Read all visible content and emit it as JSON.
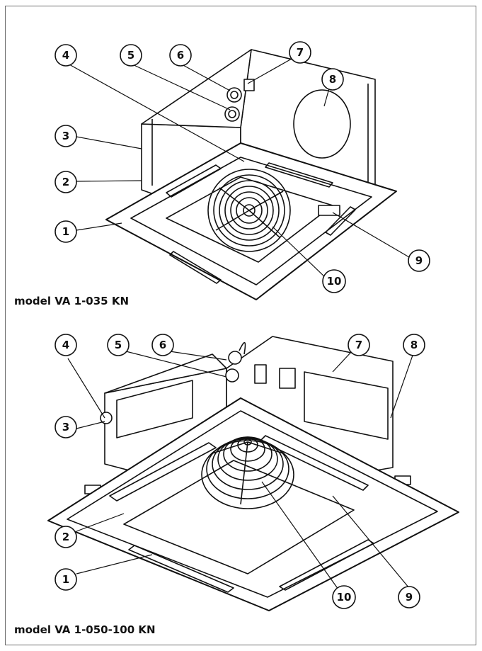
{
  "figures": [
    {
      "caption": "model VA 1-035 KN",
      "callouts": [
        "1",
        "2",
        "3",
        "4",
        "5",
        "6",
        "7",
        "8",
        "9",
        "10"
      ]
    },
    {
      "caption": "model VA 1-050-100 KN",
      "callouts": [
        "1",
        "2",
        "3",
        "4",
        "5",
        "6",
        "7",
        "8",
        "9",
        "10"
      ]
    }
  ],
  "colors": {
    "line": "#111111",
    "frame": "#6e6e6e",
    "fill": "#ffffff"
  }
}
